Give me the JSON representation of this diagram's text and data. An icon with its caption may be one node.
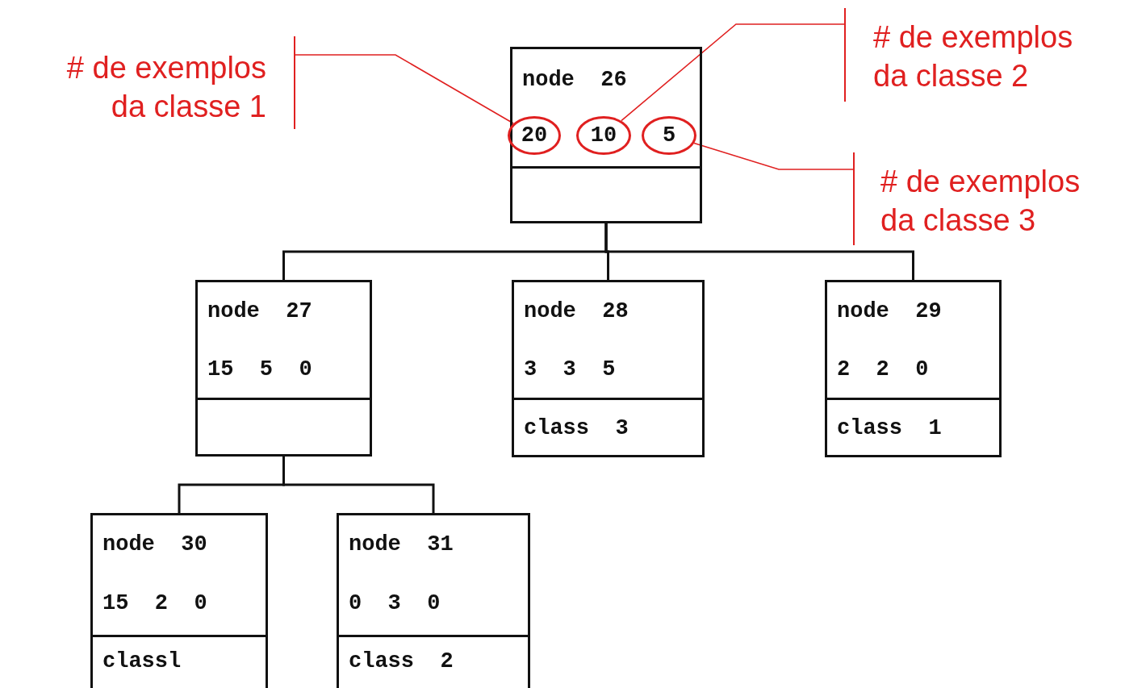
{
  "diagram": {
    "nodes": [
      {
        "text": [
          "node 26"
        ]
      },
      {
        "text": [
          "20"
        ],
        "in": 0
      },
      {
        "text": [
          "10"
        ],
        "in": 0
      },
      {
        "text": [
          "5"
        ],
        "in": 0
      },
      {
        "text": [
          "# de exemplos da classe 1"
        ]
      },
      {
        "text": [
          "# de exemplos da classe 2"
        ]
      },
      {
        "text": [
          "# de exemplos da classe 3"
        ]
      },
      {
        "text": [
          "node 27",
          "15 5 0"
        ]
      },
      {
        "text": [
          "node 28",
          "3 3 5",
          "class 3"
        ]
      },
      {
        "text": [
          "node 29",
          "2 2 0",
          "class 1"
        ]
      },
      {
        "text": [
          "node 30",
          "15 2 0",
          "classl"
        ]
      },
      {
        "text": [
          "node 31",
          "0 3 0",
          "class 2"
        ]
      }
    ],
    "edges": [
      {
        "from": 4,
        "to": 1,
        "arrow": "none",
        "color": "#e02020"
      },
      {
        "from": 5,
        "to": 2,
        "arrow": "none",
        "color": "#e02020"
      },
      {
        "from": 6,
        "to": 3,
        "arrow": "none",
        "color": "#e02020"
      },
      {
        "from": 0,
        "to": 7,
        "arrow": "none"
      },
      {
        "from": 0,
        "to": 8,
        "arrow": "none"
      },
      {
        "from": 0,
        "to": 9,
        "arrow": "none"
      },
      {
        "from": 7,
        "to": 10,
        "arrow": "none"
      },
      {
        "from": 7,
        "to": 11,
        "arrow": "none"
      }
    ]
  }
}
